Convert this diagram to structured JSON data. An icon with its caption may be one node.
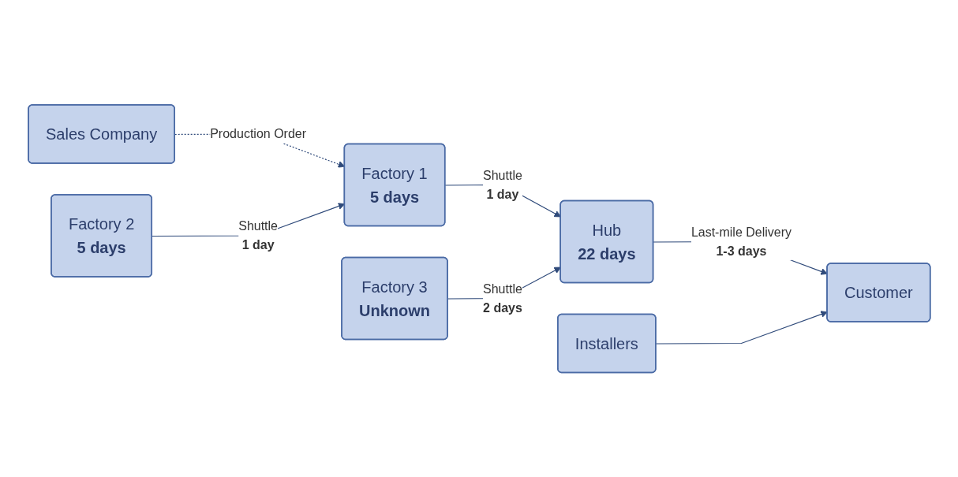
{
  "diagram": {
    "nodes": [
      {
        "text": [
          "Sales Company"
        ]
      },
      {
        "text": [
          "Factory 1",
          "5 days"
        ]
      },
      {
        "text": [
          "Installers"
        ]
      },
      {
        "text": [
          "Factory 2",
          "5 days"
        ]
      },
      {
        "text": [
          "Hub",
          "22 days"
        ]
      },
      {
        "text": [
          "Customer"
        ]
      },
      {
        "text": [
          "Factory 3",
          "Unknown"
        ]
      }
    ],
    "edges": [
      {
        "from": 0,
        "to": 1,
        "arrow": "to",
        "style": "dashed",
        "label": "Production Order"
      },
      {
        "from": 3,
        "to": 1,
        "arrow": "to",
        "label": [
          "Shuttle",
          "1 day"
        ]
      },
      {
        "from": 1,
        "to": 4,
        "arrow": "to",
        "label": [
          "Shuttle",
          "1 day"
        ]
      },
      {
        "from": 6,
        "to": 4,
        "arrow": "to",
        "label": [
          "Shuttle",
          "2 days"
        ]
      },
      {
        "from": 4,
        "to": 5,
        "arrow": "to",
        "label": [
          "Last-mile Delivery",
          "1-3 days"
        ]
      },
      {
        "from": 2,
        "to": 5,
        "arrow": "to"
      }
    ]
  }
}
